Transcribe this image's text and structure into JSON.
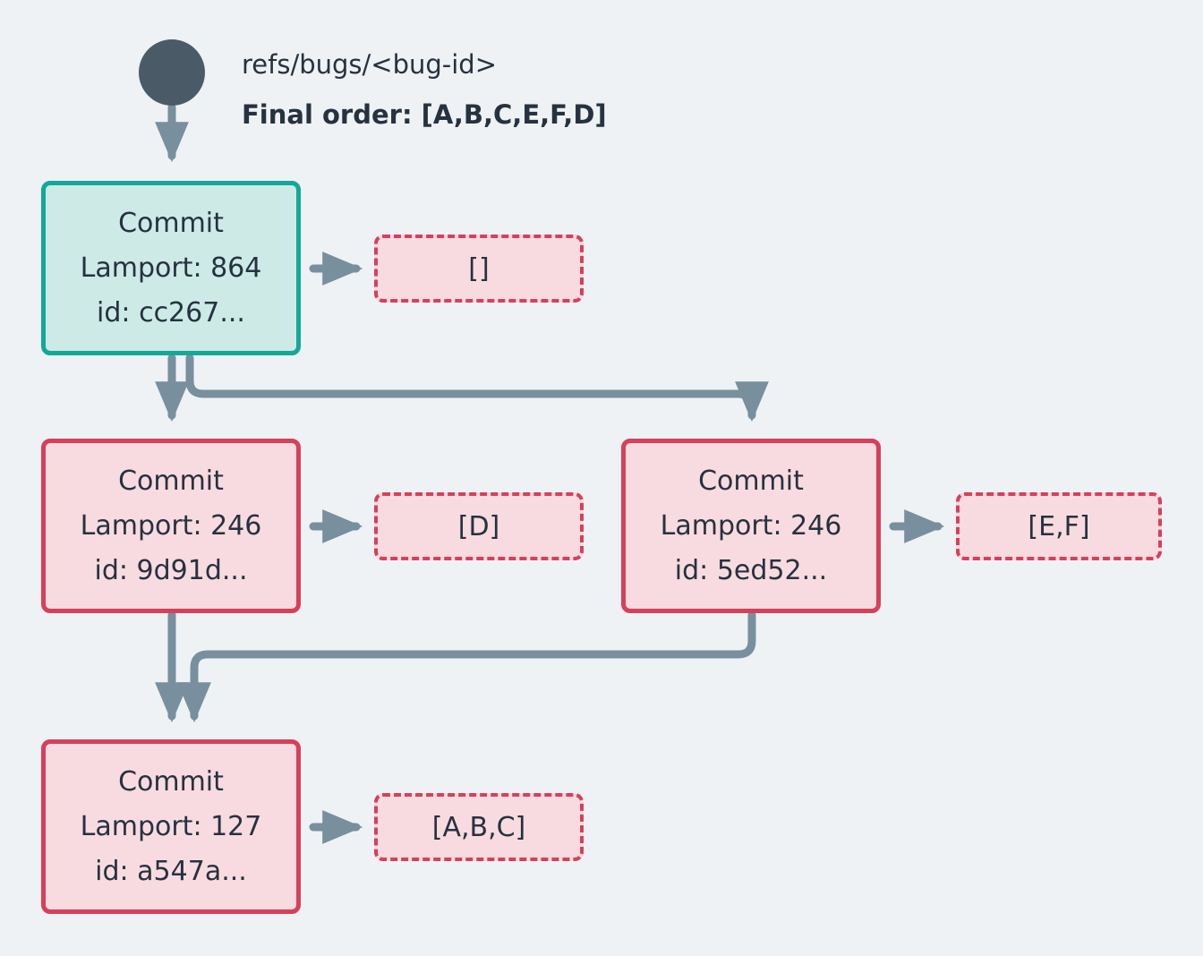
{
  "background_color": "#eef2f5",
  "palette": {
    "root_marker": "#4a5b67",
    "edge": "#788f9e",
    "teal_border": "#13a89a",
    "teal_fill": "#cdeae6",
    "red_border": "#d6405a",
    "red_fill": "#f8dbe0",
    "text": "#26323f"
  },
  "header": {
    "ref_label": "refs/bugs/<bug-id>",
    "final_order_label": "Final order: [A,B,C,E,F,D]"
  },
  "root": {
    "icon": "root-commit-circle"
  },
  "nodes": [
    {
      "id": "cc267",
      "color": "teal",
      "title": "Commit",
      "lamport": "Lamport: 864",
      "commit_id": "id: cc267...",
      "oplist": "[]"
    },
    {
      "id": "9d91d",
      "color": "red",
      "title": "Commit",
      "lamport": "Lamport: 246",
      "commit_id": "id: 9d91d...",
      "oplist": "[D]"
    },
    {
      "id": "5ed52",
      "color": "red",
      "title": "Commit",
      "lamport": "Lamport: 246",
      "commit_id": "id: 5ed52...",
      "oplist": "[E,F]"
    },
    {
      "id": "a547a",
      "color": "red",
      "title": "Commit",
      "lamport": "Lamport: 127",
      "commit_id": "id: a547a...",
      "oplist": "[A,B,C]"
    }
  ]
}
